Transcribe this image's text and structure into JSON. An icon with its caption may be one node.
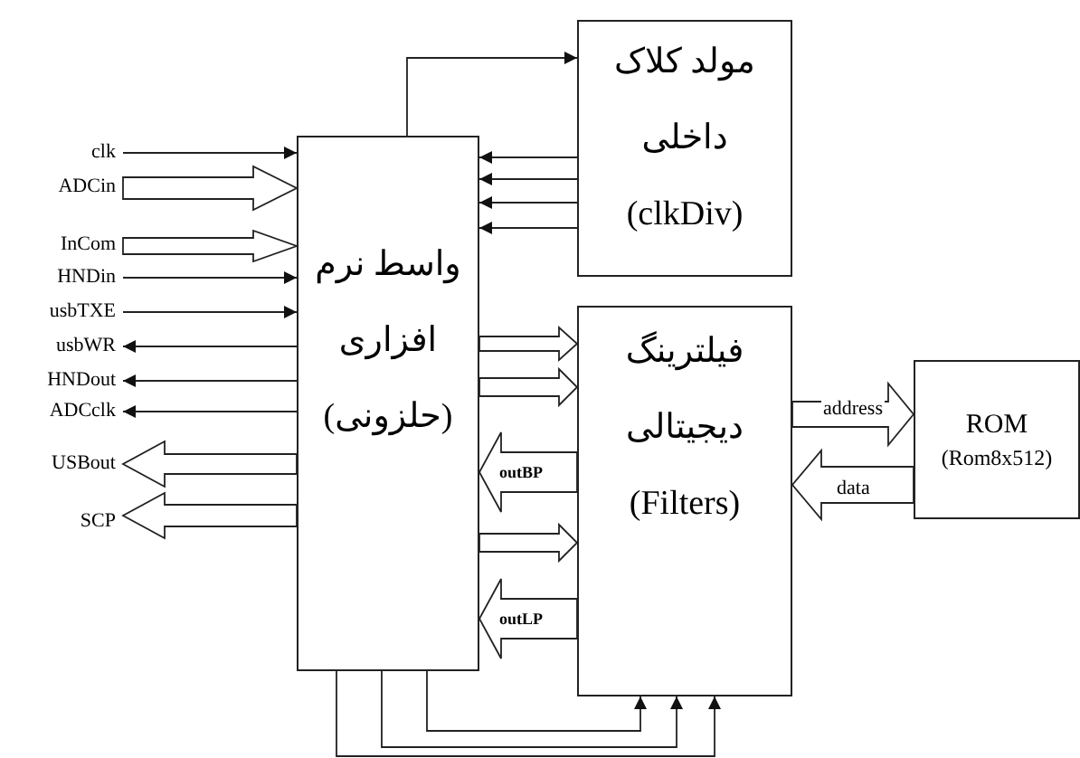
{
  "diagram": {
    "nodes": [
      {
        "text": [
          "واسط نرم افزاری (حلزونی)"
        ]
      },
      {
        "text": [
          "مولد کلاک داخلی (clkDiv)"
        ]
      },
      {
        "text": [
          "فیلترینگ دیجیتالی (Filters)"
        ]
      },
      {
        "text": [
          "ROM",
          "(Rom8x512)"
        ]
      },
      {
        "text": [
          "clk"
        ]
      },
      {
        "text": [
          "ADCin"
        ]
      },
      {
        "text": [
          "InCom"
        ]
      },
      {
        "text": [
          "HNDin"
        ]
      },
      {
        "text": [
          "usbTXE"
        ]
      },
      {
        "text": [
          "usbWR"
        ]
      },
      {
        "text": [
          "HNDout"
        ]
      },
      {
        "text": [
          "ADCclk"
        ]
      },
      {
        "text": [
          "USBout"
        ]
      },
      {
        "text": [
          "SCP"
        ]
      }
    ],
    "edges": [
      {
        "from": 0,
        "to": 1,
        "arrow": "to"
      },
      {
        "from": 1,
        "to": 0,
        "arrow": "to"
      },
      {
        "from": 1,
        "to": 0,
        "arrow": "to"
      },
      {
        "from": 1,
        "to": 0,
        "arrow": "to"
      },
      {
        "from": 1,
        "to": 0,
        "arrow": "to"
      },
      {
        "from": 4,
        "to": 0,
        "arrow": "to"
      },
      {
        "from": 5,
        "to": 0,
        "arrow": "to",
        "style": "thick"
      },
      {
        "from": 6,
        "to": 0,
        "arrow": "to",
        "style": "thick"
      },
      {
        "from": 7,
        "to": 0,
        "arrow": "to"
      },
      {
        "from": 8,
        "to": 0,
        "arrow": "to"
      },
      {
        "from": 0,
        "to": 9,
        "arrow": "to"
      },
      {
        "from": 0,
        "to": 10,
        "arrow": "to"
      },
      {
        "from": 0,
        "to": 11,
        "arrow": "to"
      },
      {
        "from": 0,
        "to": 12,
        "arrow": "to",
        "style": "thick"
      },
      {
        "from": 0,
        "to": 13,
        "arrow": "to",
        "style": "thick"
      },
      {
        "from": 0,
        "to": 2,
        "arrow": "to",
        "style": "thick"
      },
      {
        "from": 0,
        "to": 2,
        "arrow": "to",
        "style": "thick"
      },
      {
        "from": 2,
        "to": 0,
        "arrow": "to",
        "style": "thick",
        "label": "outBP"
      },
      {
        "from": 0,
        "to": 2,
        "arrow": "to",
        "style": "thick"
      },
      {
        "from": 2,
        "to": 0,
        "arrow": "to",
        "style": "thick",
        "label": "outLP"
      },
      {
        "from": 2,
        "to": 3,
        "arrow": "to",
        "style": "thick",
        "label": "address"
      },
      {
        "from": 3,
        "to": 2,
        "arrow": "to",
        "style": "thick",
        "label": "data"
      },
      {
        "from": 0,
        "to": 2,
        "arrow": "to"
      },
      {
        "from": 0,
        "to": 2,
        "arrow": "to"
      },
      {
        "from": 0,
        "to": 2,
        "arrow": "to"
      }
    ]
  }
}
